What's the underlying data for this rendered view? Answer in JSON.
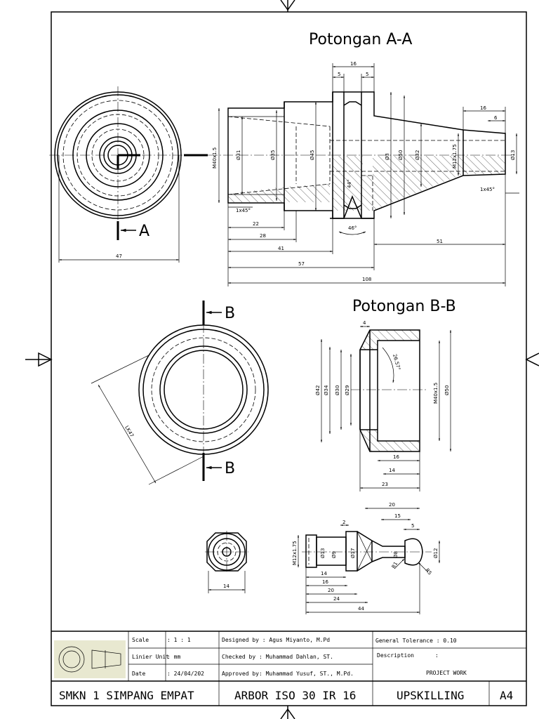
{
  "views": {
    "section_a_title": "Potongan A-A",
    "section_b_title": "Potongan B-B",
    "cut_a_label": "A",
    "cut_b_top_label": "B",
    "cut_b_bottom_label": "B"
  },
  "dimensions_a": {
    "d16_top": "16",
    "d5_left": "5",
    "d5_right": "5",
    "m40": "M40x1.5",
    "d31": "Ø31",
    "d35": "Ø35",
    "d45": "Ø45",
    "d3": "Ø3",
    "d50": "Ø50",
    "d32": "Ø32",
    "m12": "M12x1.75",
    "d13": "Ø13",
    "d16_right": "16",
    "d6": "6",
    "chamfer_left": "1x45°",
    "chamfer_right": "1x45°",
    "angle_46": "46°",
    "angle_44": "44°",
    "d22": "22",
    "d28": "28",
    "d41": "41",
    "d57": "57",
    "d51": "51",
    "d108": "108",
    "d47": "47"
  },
  "dimensions_b": {
    "d4": "4",
    "d42": "Ø42",
    "d34": "Ø34",
    "d30": "Ø30",
    "d29": "Ø29",
    "m40": "M40x1.5",
    "d50": "Ø50",
    "angle": "26.57°",
    "d16": "16",
    "d14": "14",
    "d23": "23",
    "lk47": "LK47"
  },
  "dimensions_c": {
    "d14_front": "14",
    "d20": "20",
    "d15": "15",
    "d5": "5",
    "d2": "2",
    "m12": "M12x1.75",
    "d13": "Ø13",
    "d9": "Ø9",
    "d17": "Ø17",
    "d8": "Ø8",
    "d12": "Ø12",
    "r1": "R1",
    "r5": "R5",
    "d14": "14",
    "d16": "16",
    "d20b": "20",
    "d24": "24",
    "d44": "44"
  },
  "title_block": {
    "scale_label": "Scale",
    "scale_value": ": 1 : 1",
    "unit_label": "Linier Unit",
    "unit_value": ": mm",
    "date_label": "Date",
    "date_value": ": 24/04/202",
    "designed_by": "Designed by : Agus Miyanto, M.Pd",
    "checked_by": "Checked by  : Muhammad Dahlan, ST.",
    "approved_by": "Approved by: Muhammad Yusuf, ST., M.Pd.",
    "tolerance": "General Tolerance : 0.10",
    "description_label": "Description",
    "description_colon": ":",
    "description_value": "PROJECT WORK",
    "school": "SMKN 1 SIMPANG EMPAT",
    "part_name": "ARBOR ISO 30 IR 16",
    "project": "UPSKILLING",
    "paper": "A4"
  },
  "colors": {
    "thumbnail_bg": "#e8e8d0",
    "line": "#000000"
  }
}
